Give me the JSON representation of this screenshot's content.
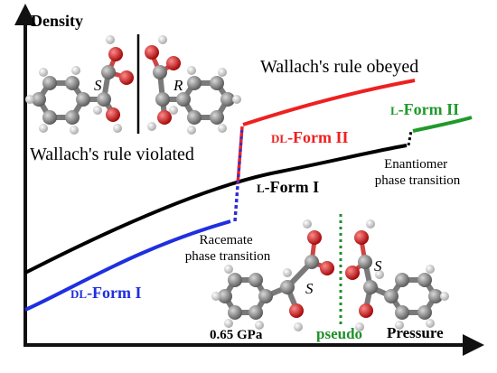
{
  "axes": {
    "y_label": "Density",
    "x_label": "Pressure"
  },
  "labels": {
    "violated": "Wallach's rule violated",
    "obeyed": "Wallach's rule obeyed",
    "racemate": [
      "Racemate",
      "phase transition"
    ],
    "enantiomer": [
      "Enantiomer",
      "phase transition"
    ],
    "pressure_value": "0.65 GPa",
    "pseudo": "pseudo"
  },
  "curves": {
    "dl_form_1": {
      "prefix": "DL",
      "suffix": "-Form I"
    },
    "dl_form_2": {
      "prefix": "DL",
      "suffix": "-Form II"
    },
    "l_form_1": {
      "prefix": "L",
      "suffix": "-Form I"
    },
    "l_form_2": {
      "prefix": "L",
      "suffix": "-Form II"
    }
  },
  "molecules": {
    "top_left": "S",
    "top_right": "R",
    "bottom_left": "S",
    "bottom_right": "S"
  },
  "colors": {
    "axis": "#111111",
    "dl_form_1": "#1f2fe0",
    "dl_form_2": "#ee2020",
    "l_form_1": "#000000",
    "l_form_2": "#1f9a2a",
    "pseudo": "#1f8f2a",
    "carbon": "#8a8a8a",
    "oxygen": "#d42020",
    "hydrogen": "#e6e6e6"
  }
}
